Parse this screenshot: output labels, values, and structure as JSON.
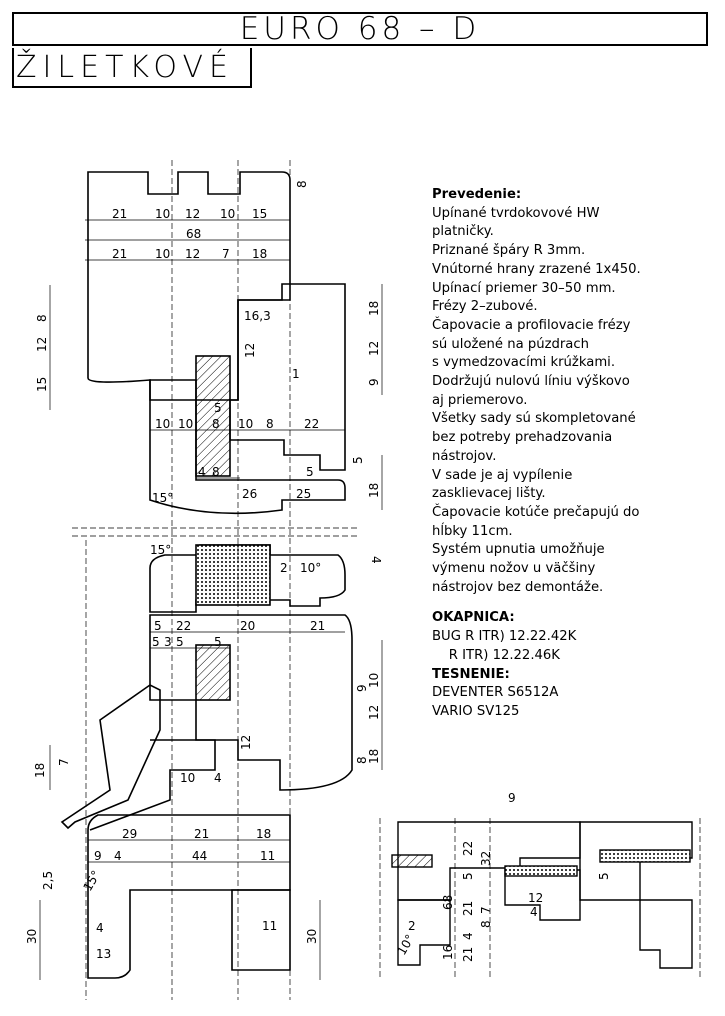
{
  "title": "EURO 68 – D",
  "subtitle": "ŽILETKOVÉ",
  "notes": {
    "heading": "Prevedenie:",
    "lines": [
      "Upínané tvrdokovové HW",
      "platničky.",
      "Priznané špáry R 3mm.",
      "Vnútorné hrany zrazené 1x450.",
      "Upínací priemer 30–50 mm.",
      "Frézy 2–zubové.",
      "Čapovacie a profilovacie frézy",
      "sú uložené na púzdrach",
      "s vymedzovacími krúžkami.",
      "Dodržujú nulovú líniu výškovo",
      "aj priemerovo.",
      "Všetky sady sú skompletované",
      "bez potreby prehadzovania",
      "nástrojov.",
      "V sade je aj vypílenie",
      "zasklievacej lišty.",
      "Čapovacie kotúče prečapujú do",
      "hĺbky 11cm.",
      "Systém upnutia umožňuje",
      "výmenu nožov u väčšiny",
      "nástrojov bez demontáže."
    ],
    "okapnica_heading": "OKAPNICA:",
    "okapnica_lines": [
      "BUG R ITR) 12.22.42K",
      "    R ITR) 12.22.46K"
    ],
    "tesnenie_heading": "TESNENIE:",
    "tesnenie_lines": [
      "DEVENTER S6512A",
      "VARIO SV125"
    ]
  },
  "dims": {
    "top_row1": [
      "21",
      "10",
      "12",
      "10",
      "15"
    ],
    "top_total": "68",
    "top_row2": [
      "21",
      "10",
      "12",
      "7",
      "18"
    ],
    "right_8": "8",
    "left_stack": [
      "15",
      "12",
      "8"
    ],
    "d_16_3": "16,3",
    "d_12a": "12",
    "d_1": "1",
    "d_5a": "5",
    "right_stack1": [
      "9",
      "12",
      "18"
    ],
    "mid_row": [
      "10",
      "10",
      "8",
      "10",
      "8",
      "22"
    ],
    "d_5b": "5",
    "d_4_8": [
      "4",
      "8"
    ],
    "d_5c": "5",
    "d_26": "26",
    "d_25": "25",
    "d_18a": "18",
    "angle_15a": "15°",
    "angle_15b": "15°",
    "d_4a": "4",
    "d_2": "2",
    "angle_10a": "10°",
    "lower_row1": [
      "5",
      "22",
      "20",
      "21"
    ],
    "lower_row2": [
      "5",
      "3",
      "5",
      "5"
    ],
    "right_stack2": [
      "8",
      "12",
      "9",
      "10",
      "18"
    ],
    "d_12b": "12",
    "left_18_7": [
      "18",
      "7"
    ],
    "d_10_4": [
      "10",
      "4"
    ],
    "bottom_row1": [
      "29",
      "21",
      "18"
    ],
    "bottom_row2": [
      "9",
      "4",
      "44",
      "11"
    ],
    "d_2_5": "2,5",
    "angle_15c": "15°",
    "d_30a": "30",
    "d_4b": "4",
    "d_13": "13",
    "d_11": "11",
    "d_30b": "30",
    "detail": [
      "9",
      "22",
      "32",
      "5",
      "5",
      "12",
      "4",
      "68",
      "21",
      "4",
      "16",
      "7",
      "8",
      "21",
      "2",
      "10°"
    ]
  }
}
